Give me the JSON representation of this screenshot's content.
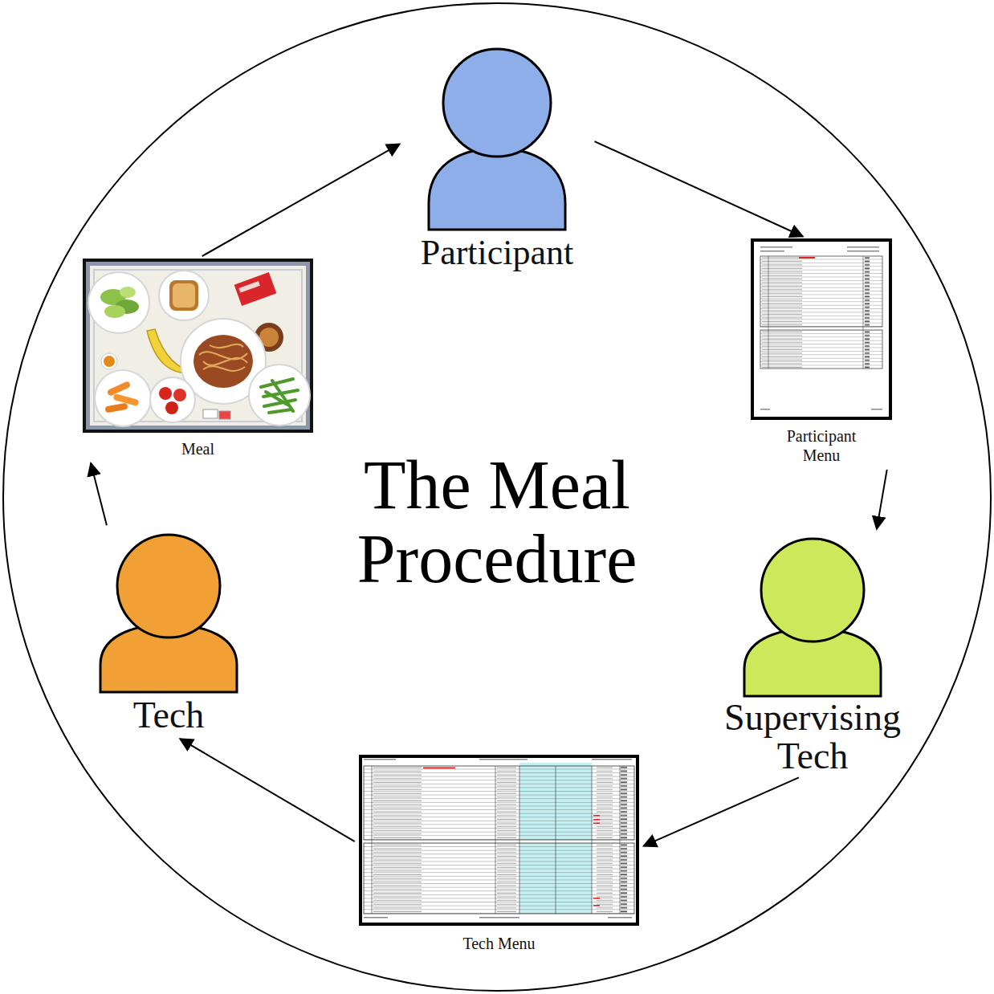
{
  "diagram": {
    "title": "The Meal Procedure",
    "nodes": [
      {
        "text": [
          "Participant"
        ]
      },
      {
        "text": [
          "Meal"
        ]
      },
      {
        "text": [
          "Participant Menu"
        ]
      },
      {
        "text": [
          "Tech"
        ]
      },
      {
        "text": [
          "Supervising Tech"
        ]
      },
      {
        "text": [
          "Tech Menu"
        ]
      }
    ],
    "edges": [
      {
        "from": 1,
        "to": 0,
        "arrow": "to"
      },
      {
        "from": 0,
        "to": 2,
        "arrow": "to"
      },
      {
        "from": 2,
        "to": 4,
        "arrow": "to"
      },
      {
        "from": 4,
        "to": 5,
        "arrow": "to"
      },
      {
        "from": 5,
        "to": 3,
        "arrow": "to"
      },
      {
        "from": 3,
        "to": 1,
        "arrow": "to"
      }
    ]
  }
}
